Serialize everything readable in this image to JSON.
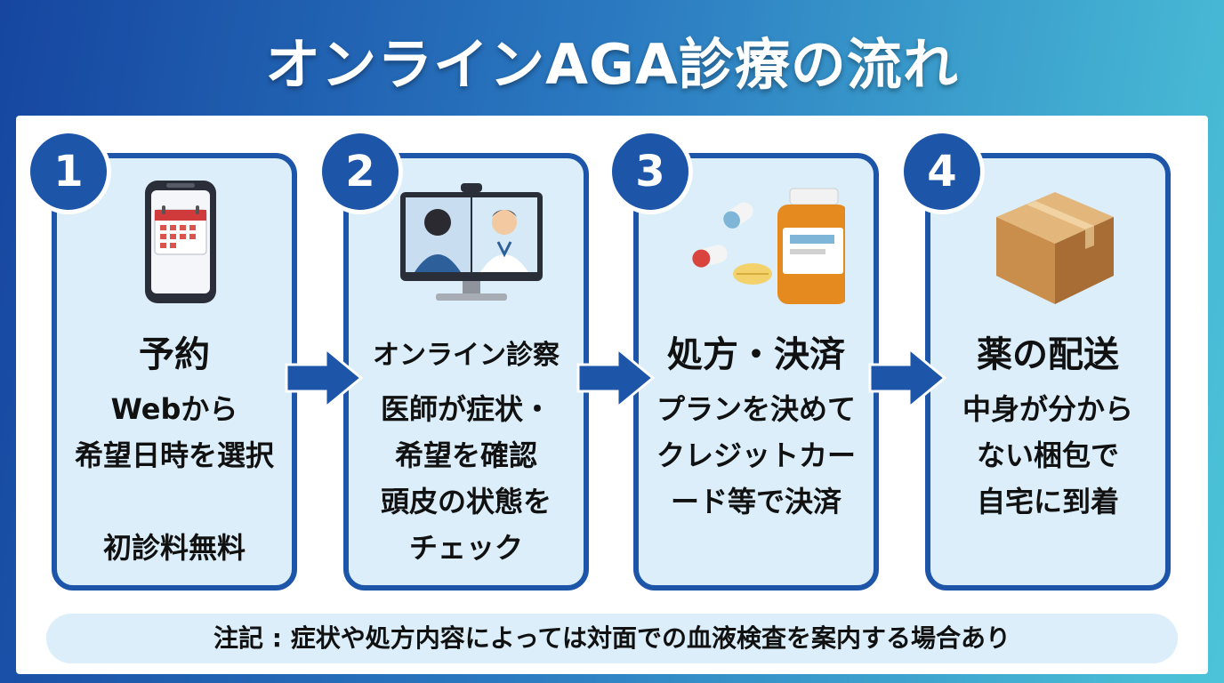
{
  "title": "オンラインAGA診療の流れ",
  "steps": [
    {
      "number": "1",
      "title": "予約",
      "icon": "smartphone-calendar-icon",
      "lines": [
        "Webから",
        "希望日時を選択",
        "",
        "初診料無料"
      ]
    },
    {
      "number": "2",
      "title": "オンライン診察",
      "icon": "video-consultation-monitor-icon",
      "lines": [
        "医師が症状・",
        "希望を確認",
        "頭皮の状態を",
        "チェック"
      ]
    },
    {
      "number": "3",
      "title": "処方・決済",
      "icon": "medicine-pills-icon",
      "lines": [
        "プランを決めて",
        "クレジットカー",
        "ード等で決済"
      ]
    },
    {
      "number": "4",
      "title": "薬の配送",
      "icon": "cardboard-box-icon",
      "lines": [
        "中身が分から",
        "ない梱包で",
        "自宅に到着"
      ]
    }
  ],
  "note": "注記 : 症状や処方内容によっては対面での血液検査を案内する場合あり",
  "colors": {
    "accent": "#1d55a8",
    "card_bg": "#dbeefa",
    "bg_start": "#1646a0",
    "bg_end": "#4cc4d8"
  }
}
